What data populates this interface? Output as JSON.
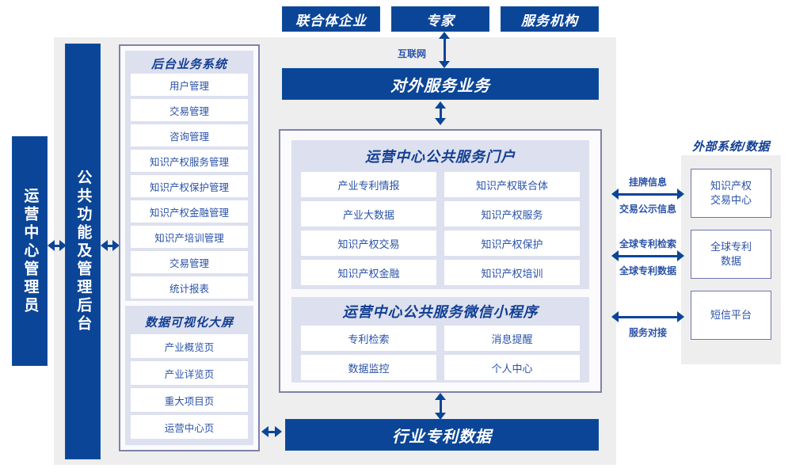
{
  "colors": {
    "brand_blue": "#0b4597",
    "panel_lavender": "#dde0ef",
    "stage_gray": "#eeeeee",
    "card_border": "#7f81ab",
    "text_blue": "#2a52a8"
  },
  "top_actors": [
    {
      "label": "联合体企业"
    },
    {
      "label": "专家"
    },
    {
      "label": "服务机构"
    }
  ],
  "internet_label": "互联网",
  "external_service_bar": "对外服务业务",
  "left_columns": [
    {
      "label": "运营中心管理员"
    },
    {
      "label": "公共功能及管理后台"
    }
  ],
  "backend_group": {
    "title": "后台业务系统",
    "items": [
      "用户管理",
      "交易管理",
      "咨询管理",
      "知识产权服务管理",
      "知识产权保护管理",
      "知识产权金融管理",
      "知识产培训管理",
      "交易管理",
      "统计报表"
    ]
  },
  "dashboard_group": {
    "title": "数据可视化大屏",
    "items": [
      "产业概览页",
      "产业详览页",
      "重大项目页",
      "运营中心页"
    ]
  },
  "portal_group": {
    "title": "运营中心公共服务门户",
    "items": [
      "产业专利情报",
      "知识产权联合体",
      "产业大数据",
      "知识产权服务",
      "知识产权交易",
      "知识产权保护",
      "知识产权金融",
      "知识产权培训"
    ]
  },
  "miniprogram_group": {
    "title": "运营中心公共服务微信小程序",
    "items": [
      "专利检索",
      "消息提醒",
      "数据监控",
      "个人中心"
    ]
  },
  "industry_data_bar": "行业专利数据",
  "external_panel": {
    "title": "外部系统/数据",
    "boxes": [
      {
        "label": "知识产权\n交易中心"
      },
      {
        "label": "全球专利\n数据"
      },
      {
        "label": "短信平台"
      }
    ],
    "connectors": [
      {
        "above": "挂牌信息",
        "below": "交易公示信息"
      },
      {
        "above": "全球专利检索",
        "below": "全球专利数据"
      },
      {
        "above": "",
        "below": "服务对接"
      }
    ]
  }
}
